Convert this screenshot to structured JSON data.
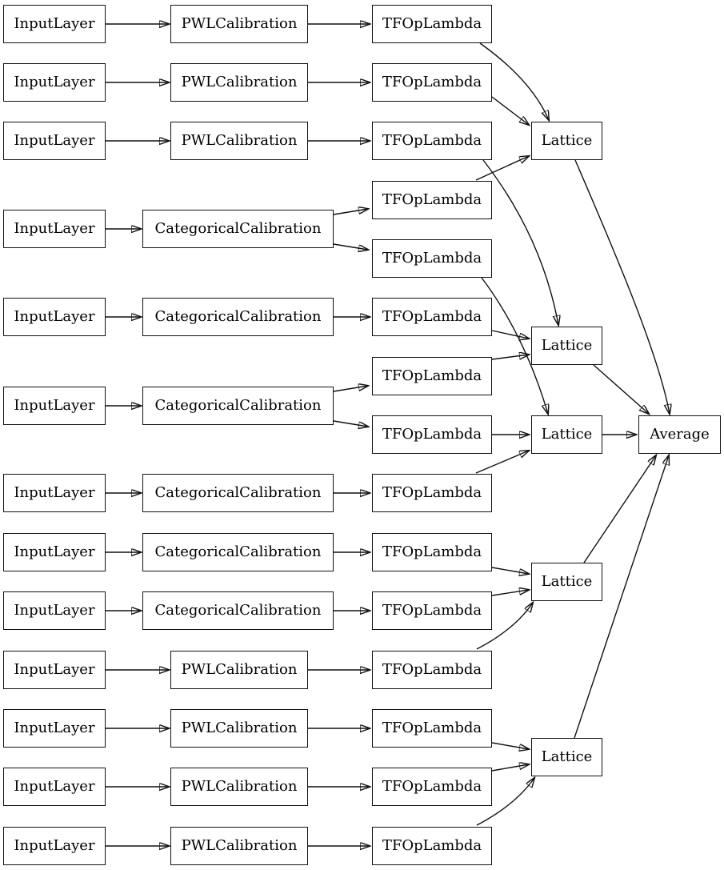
{
  "diagram": {
    "colors": {
      "background": "#ffffff",
      "node_border": "#111111",
      "edge": "#111111",
      "text": "#000000"
    },
    "nodes": [
      {
        "id": "il1",
        "type": "InputLayer",
        "label": "InputLayer"
      },
      {
        "id": "il2",
        "type": "InputLayer",
        "label": "InputLayer"
      },
      {
        "id": "il3",
        "type": "InputLayer",
        "label": "InputLayer"
      },
      {
        "id": "il4",
        "type": "InputLayer",
        "label": "InputLayer"
      },
      {
        "id": "il5",
        "type": "InputLayer",
        "label": "InputLayer"
      },
      {
        "id": "il6",
        "type": "InputLayer",
        "label": "InputLayer"
      },
      {
        "id": "il7",
        "type": "InputLayer",
        "label": "InputLayer"
      },
      {
        "id": "il8",
        "type": "InputLayer",
        "label": "InputLayer"
      },
      {
        "id": "il9",
        "type": "InputLayer",
        "label": "InputLayer"
      },
      {
        "id": "il10",
        "type": "InputLayer",
        "label": "InputLayer"
      },
      {
        "id": "il11",
        "type": "InputLayer",
        "label": "InputLayer"
      },
      {
        "id": "il12",
        "type": "InputLayer",
        "label": "InputLayer"
      },
      {
        "id": "il13",
        "type": "InputLayer",
        "label": "InputLayer"
      },
      {
        "id": "pwl1",
        "type": "PWLCalibration",
        "label": "PWLCalibration"
      },
      {
        "id": "pwl2",
        "type": "PWLCalibration",
        "label": "PWLCalibration"
      },
      {
        "id": "pwl3",
        "type": "PWLCalibration",
        "label": "PWLCalibration"
      },
      {
        "id": "cc1",
        "type": "CategoricalCalibration",
        "label": "CategoricalCalibration"
      },
      {
        "id": "cc2",
        "type": "CategoricalCalibration",
        "label": "CategoricalCalibration"
      },
      {
        "id": "cc3",
        "type": "CategoricalCalibration",
        "label": "CategoricalCalibration"
      },
      {
        "id": "cc4",
        "type": "CategoricalCalibration",
        "label": "CategoricalCalibration"
      },
      {
        "id": "cc5",
        "type": "CategoricalCalibration",
        "label": "CategoricalCalibration"
      },
      {
        "id": "cc6",
        "type": "CategoricalCalibration",
        "label": "CategoricalCalibration"
      },
      {
        "id": "pwl4",
        "type": "PWLCalibration",
        "label": "PWLCalibration"
      },
      {
        "id": "pwl5",
        "type": "PWLCalibration",
        "label": "PWLCalibration"
      },
      {
        "id": "pwl6",
        "type": "PWLCalibration",
        "label": "PWLCalibration"
      },
      {
        "id": "pwl7",
        "type": "PWLCalibration",
        "label": "PWLCalibration"
      },
      {
        "id": "t1",
        "type": "TFOpLambda",
        "label": "TFOpLambda"
      },
      {
        "id": "t2",
        "type": "TFOpLambda",
        "label": "TFOpLambda"
      },
      {
        "id": "t3",
        "type": "TFOpLambda",
        "label": "TFOpLambda"
      },
      {
        "id": "t4",
        "type": "TFOpLambda",
        "label": "TFOpLambda"
      },
      {
        "id": "t5",
        "type": "TFOpLambda",
        "label": "TFOpLambda"
      },
      {
        "id": "t6",
        "type": "TFOpLambda",
        "label": "TFOpLambda"
      },
      {
        "id": "t7",
        "type": "TFOpLambda",
        "label": "TFOpLambda"
      },
      {
        "id": "t8",
        "type": "TFOpLambda",
        "label": "TFOpLambda"
      },
      {
        "id": "t9",
        "type": "TFOpLambda",
        "label": "TFOpLambda"
      },
      {
        "id": "t10",
        "type": "TFOpLambda",
        "label": "TFOpLambda"
      },
      {
        "id": "t11",
        "type": "TFOpLambda",
        "label": "TFOpLambda"
      },
      {
        "id": "t12",
        "type": "TFOpLambda",
        "label": "TFOpLambda"
      },
      {
        "id": "t13",
        "type": "TFOpLambda",
        "label": "TFOpLambda"
      },
      {
        "id": "t14",
        "type": "TFOpLambda",
        "label": "TFOpLambda"
      },
      {
        "id": "t15",
        "type": "TFOpLambda",
        "label": "TFOpLambda"
      },
      {
        "id": "lattice1",
        "type": "Lattice",
        "label": "Lattice"
      },
      {
        "id": "lattice2",
        "type": "Lattice",
        "label": "Lattice"
      },
      {
        "id": "lattice3",
        "type": "Lattice",
        "label": "Lattice"
      },
      {
        "id": "lattice4",
        "type": "Lattice",
        "label": "Lattice"
      },
      {
        "id": "lattice5",
        "type": "Lattice",
        "label": "Lattice"
      },
      {
        "id": "average",
        "type": "Average",
        "label": "Average"
      }
    ],
    "edges": [
      {
        "from": "il1",
        "to": "pwl1"
      },
      {
        "from": "il2",
        "to": "pwl2"
      },
      {
        "from": "il3",
        "to": "pwl3"
      },
      {
        "from": "il4",
        "to": "cc1"
      },
      {
        "from": "il5",
        "to": "cc2"
      },
      {
        "from": "il6",
        "to": "cc3"
      },
      {
        "from": "il7",
        "to": "cc4"
      },
      {
        "from": "il8",
        "to": "cc5"
      },
      {
        "from": "il9",
        "to": "cc6"
      },
      {
        "from": "il10",
        "to": "pwl4"
      },
      {
        "from": "il11",
        "to": "pwl5"
      },
      {
        "from": "il12",
        "to": "pwl6"
      },
      {
        "from": "il13",
        "to": "pwl7"
      },
      {
        "from": "pwl1",
        "to": "t1"
      },
      {
        "from": "pwl2",
        "to": "t2"
      },
      {
        "from": "pwl3",
        "to": "t3"
      },
      {
        "from": "cc1",
        "to": "t4"
      },
      {
        "from": "cc1",
        "to": "t5"
      },
      {
        "from": "cc2",
        "to": "t6"
      },
      {
        "from": "cc3",
        "to": "t7"
      },
      {
        "from": "cc3",
        "to": "t8"
      },
      {
        "from": "cc4",
        "to": "t9"
      },
      {
        "from": "cc5",
        "to": "t10"
      },
      {
        "from": "cc6",
        "to": "t11"
      },
      {
        "from": "pwl4",
        "to": "t12"
      },
      {
        "from": "pwl5",
        "to": "t13"
      },
      {
        "from": "pwl6",
        "to": "t14"
      },
      {
        "from": "pwl7",
        "to": "t15"
      },
      {
        "from": "t1",
        "to": "lattice1"
      },
      {
        "from": "t2",
        "to": "lattice1"
      },
      {
        "from": "t4",
        "to": "lattice1"
      },
      {
        "from": "t3",
        "to": "lattice2"
      },
      {
        "from": "t6",
        "to": "lattice2"
      },
      {
        "from": "t7",
        "to": "lattice2"
      },
      {
        "from": "t5",
        "to": "lattice3"
      },
      {
        "from": "t8",
        "to": "lattice3"
      },
      {
        "from": "t9",
        "to": "lattice3"
      },
      {
        "from": "t10",
        "to": "lattice4"
      },
      {
        "from": "t11",
        "to": "lattice4"
      },
      {
        "from": "t12",
        "to": "lattice4"
      },
      {
        "from": "t13",
        "to": "lattice5"
      },
      {
        "from": "t14",
        "to": "lattice5"
      },
      {
        "from": "t15",
        "to": "lattice5"
      },
      {
        "from": "lattice1",
        "to": "average"
      },
      {
        "from": "lattice2",
        "to": "average"
      },
      {
        "from": "lattice3",
        "to": "average"
      },
      {
        "from": "lattice4",
        "to": "average"
      },
      {
        "from": "lattice5",
        "to": "average"
      }
    ]
  }
}
